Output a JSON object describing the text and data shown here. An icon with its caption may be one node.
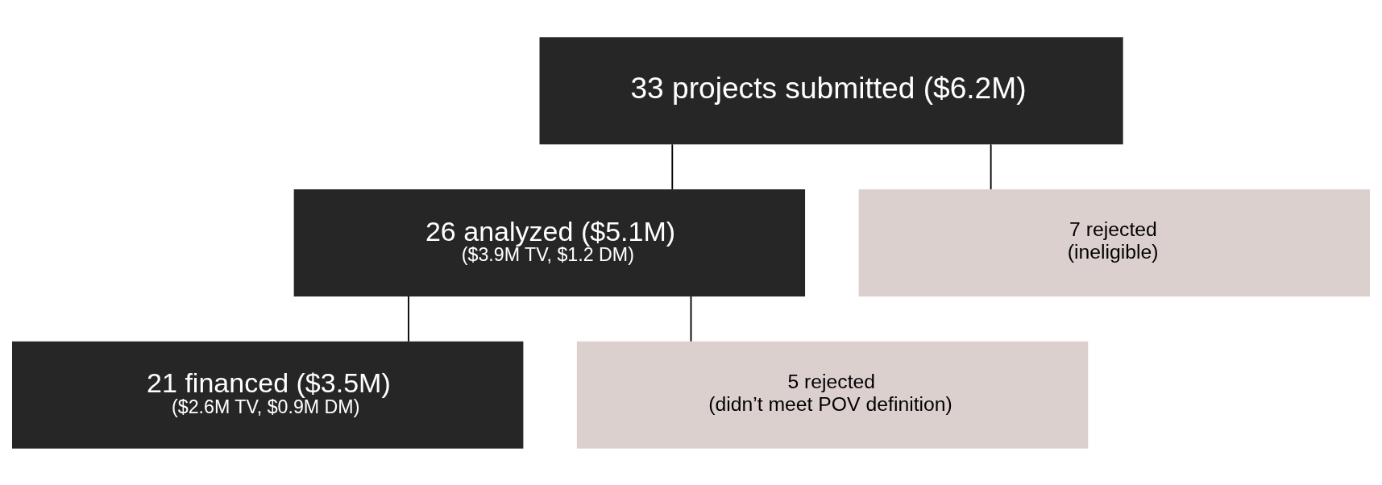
{
  "diagram": {
    "nodes": [
      {
        "text": [
          "33 projects submitted ($6.2M)"
        ]
      },
      {
        "text": [
          "26 analyzed ($5.1M)",
          "($3.9M TV, $1.2 DM)"
        ]
      },
      {
        "text": [
          "7 rejected",
          "(ineligible)"
        ]
      },
      {
        "text": [
          "21 financed ($3.5M)",
          "($2.6M TV, $0.9M DM)"
        ]
      },
      {
        "text": [
          "5 rejected",
          "(didn’t meet POV definition)"
        ]
      }
    ],
    "edges": [
      {
        "from": 0,
        "to": 1,
        "arrow": "none"
      },
      {
        "from": 0,
        "to": 2,
        "arrow": "none"
      },
      {
        "from": 1,
        "to": 3,
        "arrow": "none"
      },
      {
        "from": 1,
        "to": 4,
        "arrow": "none"
      }
    ]
  }
}
